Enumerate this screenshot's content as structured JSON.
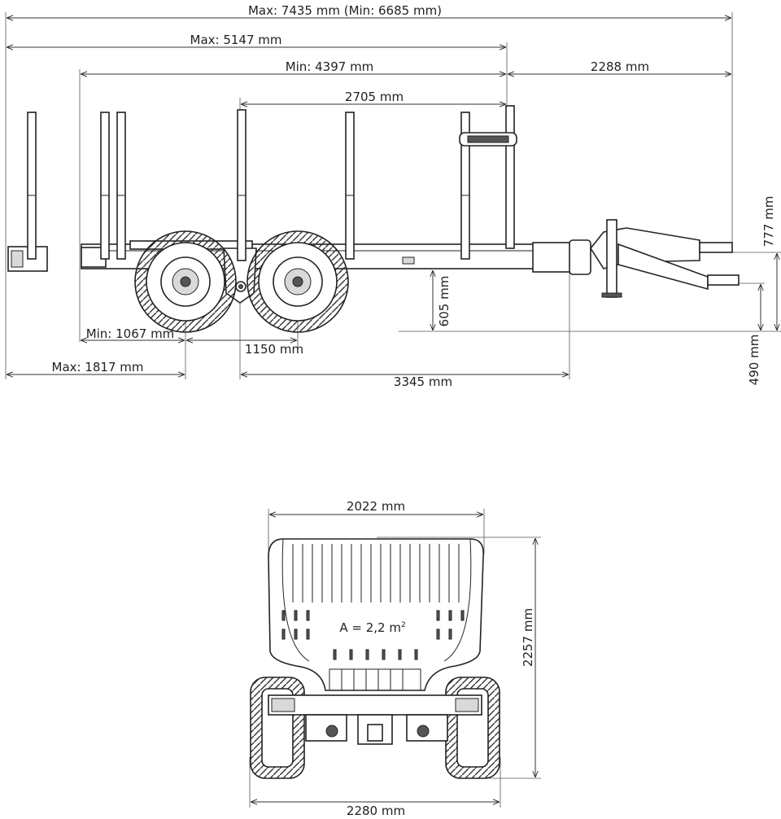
{
  "side_view": {
    "dimensions": {
      "overall_length": "Max: 7435 mm (Min: 6685 mm)",
      "max_bunk_length": "Max: 5147 mm",
      "min_bunk_length": "Min: 4397 mm",
      "drawbar_length": "2288 mm",
      "bolster_spacing": "2705 mm",
      "frame_height": "605 mm",
      "drawbar_height": "777 mm",
      "hitch_height": "490 mm",
      "min_rear_overhang": "Min: 1067 mm",
      "max_rear_overhang": "Max: 1817 mm",
      "axle_spacing": "1150 mm",
      "wheelbase_to_hitch": "3345 mm"
    }
  },
  "rear_view": {
    "dimensions": {
      "bunk_width": "2022 mm",
      "overall_height": "2257 mm",
      "overall_width": "2280 mm"
    },
    "area_label": "A = 2,2 m",
    "area_superscript": "2"
  }
}
